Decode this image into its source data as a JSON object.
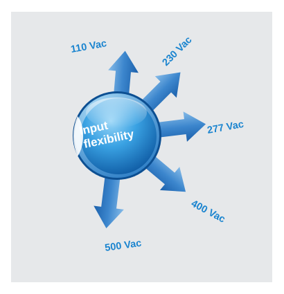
{
  "diagram": {
    "center_label": [
      "Input",
      "flexibility"
    ],
    "voltages": [
      {
        "label": "110 Vac"
      },
      {
        "label": "230 Vac"
      },
      {
        "label": "277 Vac"
      },
      {
        "label": "400 Vac"
      },
      {
        "label": "500 Vac"
      }
    ]
  },
  "colors": {
    "background": "#e6e8ea",
    "label": "#1a84cf",
    "arrow_light": "#7fb6e6",
    "arrow_dark": "#1f66b3",
    "hub_light": "#8fd0f5",
    "hub_dark": "#0f5ea8"
  }
}
